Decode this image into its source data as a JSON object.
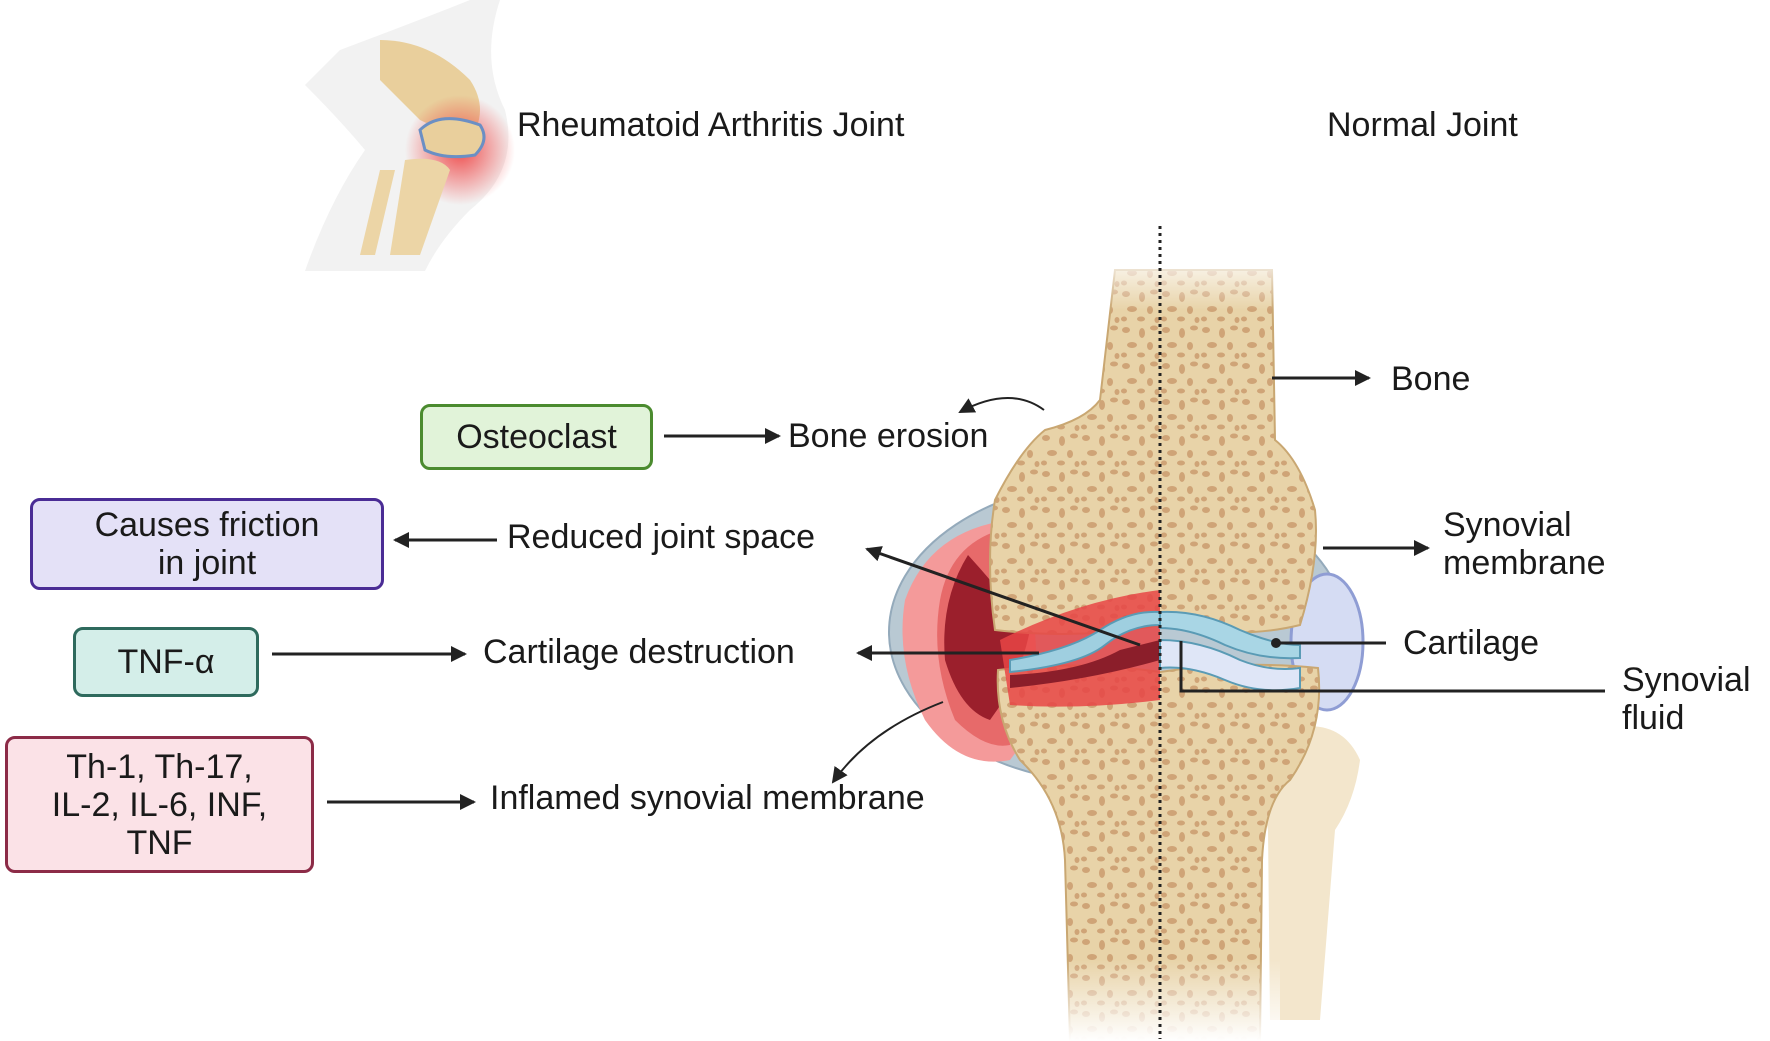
{
  "titles": {
    "ra_joint": "Rheumatoid Arthritis Joint",
    "normal_joint": "Normal Joint"
  },
  "boxes": {
    "osteoclast": "Osteoclast",
    "friction": [
      "Causes friction",
      "in joint"
    ],
    "tnf_alpha": "TNF-α",
    "cytokines": [
      "Th-1, Th-17,",
      "IL-2, IL-6, INF,",
      "TNF"
    ]
  },
  "ra_labels": {
    "bone_erosion": "Bone erosion",
    "reduced_joint_space": "Reduced joint space",
    "cartilage_destruction": "Cartilage destruction",
    "inflamed_synovial_membrane": "Inflamed synovial membrane"
  },
  "normal_labels": {
    "bone": "Bone",
    "synovial_membrane": [
      "Synovial",
      "membrane"
    ],
    "cartilage": "Cartilage",
    "synovial_fluid": [
      "Synovial",
      "fluid"
    ]
  },
  "colors": {
    "osteoclast_fill": "#e1f3d9",
    "osteoclast_border": "#4b8b2f",
    "friction_fill": "#e4e1f7",
    "friction_border": "#4a2c95",
    "tnf_fill": "#d4eee9",
    "tnf_border": "#2e6a5d",
    "cytokine_fill": "#fbe2e7",
    "cytokine_border": "#8c2b47"
  }
}
